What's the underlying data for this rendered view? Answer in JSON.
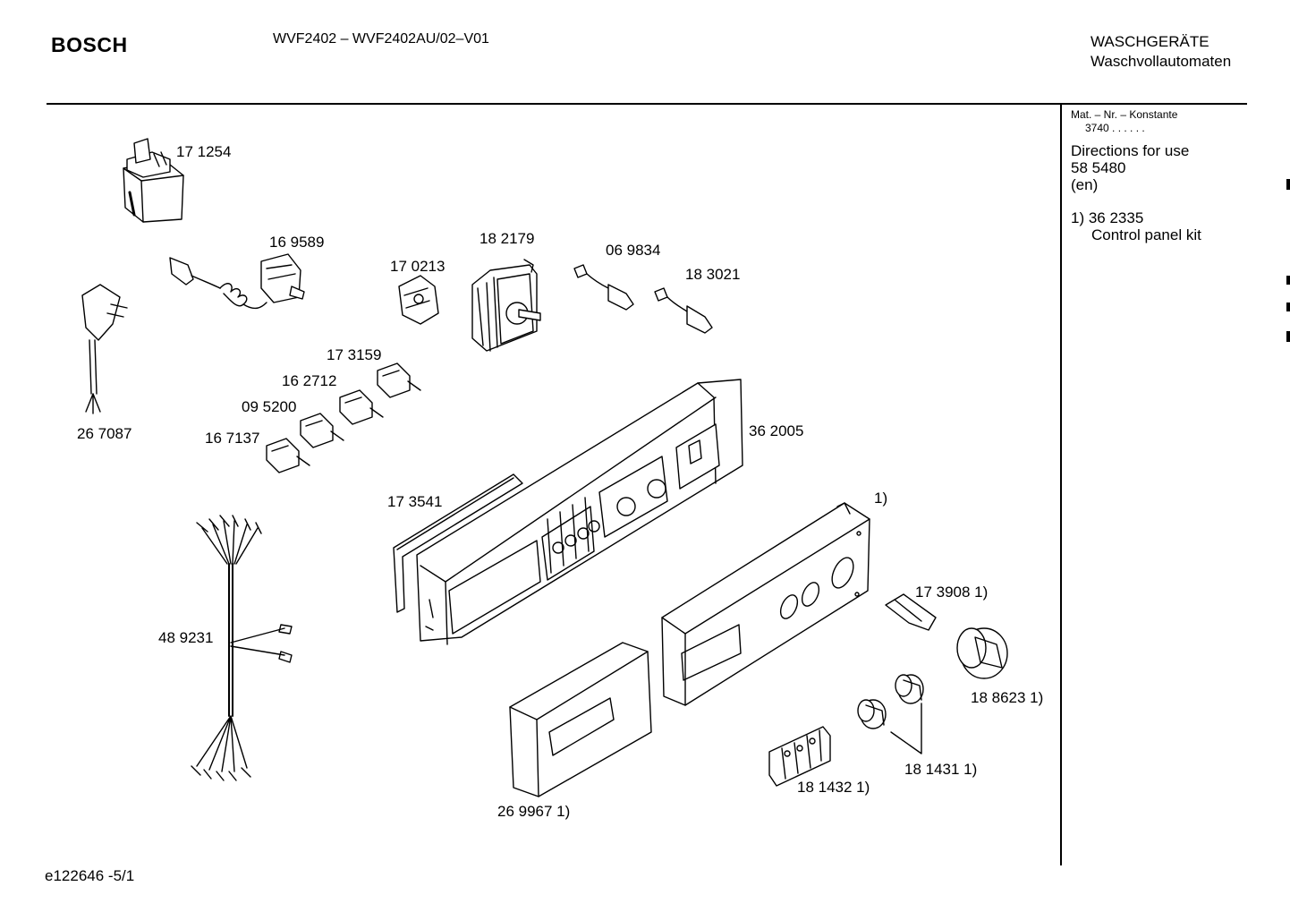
{
  "header": {
    "brand": "BOSCH",
    "model": "WVF2402 – WVF2402AU/02–V01",
    "category_line1": "WASCHGERÄTE",
    "category_line2": "Waschvollautomaten"
  },
  "sidebar": {
    "mat_label": "Mat. – Nr. – Konstante",
    "mat_value": "3740  .  .     .  .  .  .",
    "directions_title": "Directions for use",
    "directions_number": "58 5480",
    "directions_lang": "(en)",
    "note_ref": "1)  36 2335",
    "note_text": "Control panel kit"
  },
  "parts": {
    "p171254": "17 1254",
    "p169589": "16 9589",
    "p182179": "18 2179",
    "p170213": "17 0213",
    "p069834": "06 9834",
    "p183021": "18 3021",
    "p173159": "17 3159",
    "p162712": "16 2712",
    "p095200": "09 5200",
    "p167137": "16 7137",
    "p267087": "26 7087",
    "p362005": "36 2005",
    "p173541": "17 3541",
    "p_fn1": "1)",
    "p173908": "17 3908 1)",
    "p489231": "48 9231",
    "p188623": "18 8623 1)",
    "p181431": "18 1431 1)",
    "p181432": "18 1432 1)",
    "p269967": "26 9967 1)"
  },
  "footer": {
    "doc_id": "e122646  -5/1"
  }
}
